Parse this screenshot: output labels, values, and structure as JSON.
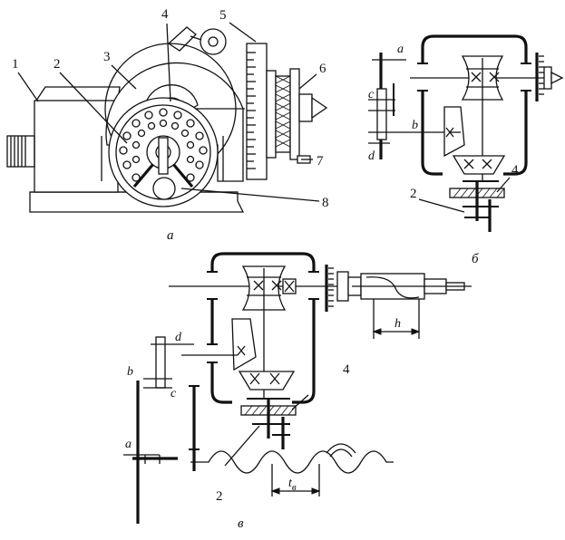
{
  "figure_a": {
    "caption": "а",
    "callouts": [
      "1",
      "2",
      "3",
      "4",
      "5",
      "6",
      "7",
      "8"
    ]
  },
  "figure_b": {
    "caption": "б",
    "callouts": [
      "4",
      "2"
    ],
    "gear_labels": [
      "a",
      "c",
      "b",
      "d"
    ]
  },
  "figure_v": {
    "caption": "в",
    "callouts": [
      "4",
      "2"
    ],
    "gear_labels": [
      "d",
      "b",
      "c",
      "a"
    ],
    "dim_h": "h",
    "dim_t": "t",
    "dim_t_sub": "в"
  }
}
